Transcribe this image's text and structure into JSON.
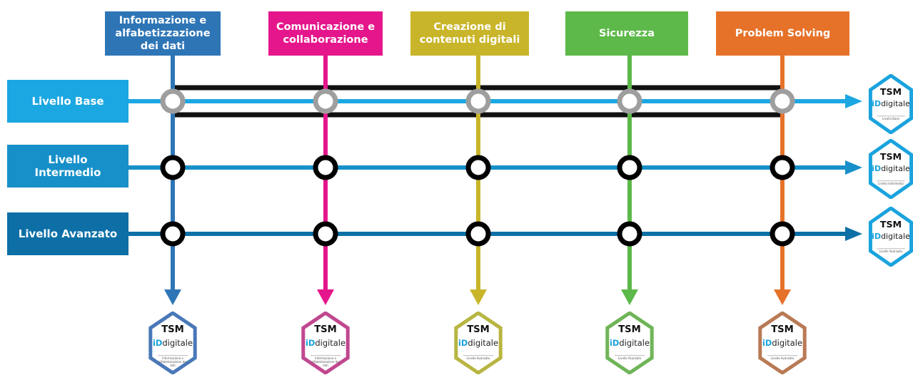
{
  "competences": [
    {
      "label": "Informazione e alfabetizzazione dei dati",
      "color": "#2e75b6"
    },
    {
      "label": "Comunicazione e collaborazione",
      "color": "#e5168c"
    },
    {
      "label": "Creazione di contenuti digitali",
      "color": "#c9b52a"
    },
    {
      "label": "Sicurezza",
      "color": "#5db94a"
    },
    {
      "label": "Problem Solving",
      "color": "#e6722a"
    }
  ],
  "levels": [
    {
      "label": "Livello Base",
      "color": "#1ba7e1"
    },
    {
      "label": "Livello Intermedio",
      "color": "#1790c9"
    },
    {
      "label": "Livello Avanzato",
      "color": "#0d6fa6"
    }
  ],
  "badge": {
    "brand": "TSM",
    "logo_prefix": "iD",
    "logo_text": "digitale"
  },
  "level_badges": [
    {
      "sublabel": "Livello Base"
    },
    {
      "sublabel": "Livello Intermedio"
    },
    {
      "sublabel": "Livello Avanzato"
    }
  ],
  "competence_badges": [
    {
      "sublabel": "Informazione e alfabetizzazione dei dati",
      "color": "#4a78b8"
    },
    {
      "sublabel": "Informazione e alfabetizzazione dei dati",
      "color": "#c0488f"
    },
    {
      "sublabel": "Livello Avanzato",
      "color": "#b8b542"
    },
    {
      "sublabel": "Livello Avanzato",
      "color": "#6fb558"
    },
    {
      "sublabel": "Livello Avanzato",
      "color": "#b87a55"
    }
  ],
  "colors": {
    "node_base_ring": "#9e9e9e",
    "node_ring": "#000000",
    "frame": "#111111"
  }
}
